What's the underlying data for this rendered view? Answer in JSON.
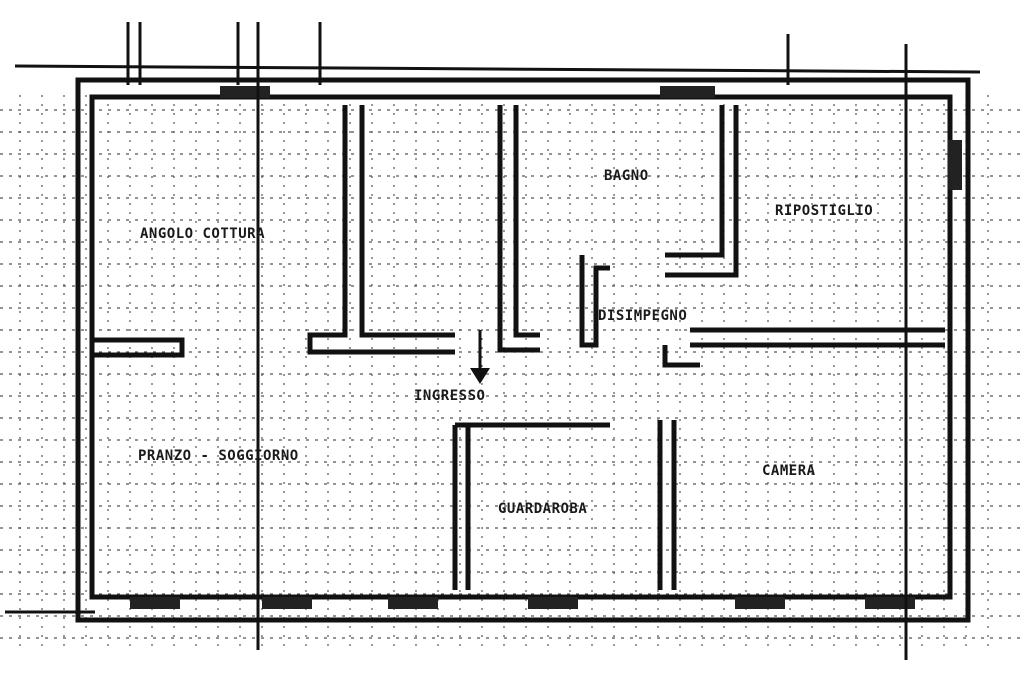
{
  "rooms": {
    "angolo_cottura": "ANGOLO COTTURA",
    "pranzo_soggiorno": "PRANZO - SOGGIORNO",
    "bagno": "BAGNO",
    "ripostiglio": "RIPOSTIGLIO",
    "disimpegno": "DISIMPEGNO",
    "ingresso": "INGRESSO",
    "guardaroba": "GUARDAROBA",
    "camera": "CAMERA"
  },
  "colors": {
    "wall": "#111111",
    "grid": "#555555",
    "background": "#ffffff"
  }
}
